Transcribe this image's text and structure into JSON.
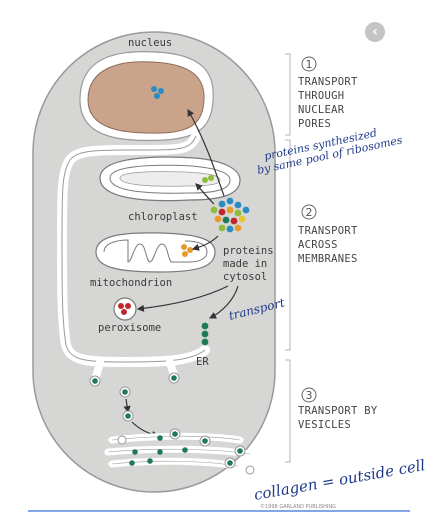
{
  "back_button": {
    "icon": "chevron-left-icon",
    "glyph": "‹"
  },
  "labels": {
    "nucleus": "nucleus",
    "chloroplast": "chloroplast",
    "mitochondrion": "mitochondrion",
    "proteins": [
      "proteins",
      "made in",
      "cytosol"
    ],
    "peroxisome": "peroxisome",
    "er": "ER"
  },
  "steps": [
    {
      "number": "1",
      "lines": [
        "TRANSPORT",
        "THROUGH",
        "NUCLEAR",
        "PORES"
      ]
    },
    {
      "number": "2",
      "lines": [
        "TRANSPORT",
        "ACROSS",
        "MEMBRANES"
      ]
    },
    {
      "number": "3",
      "lines": [
        "TRANSPORT BY",
        "VESICLES"
      ]
    }
  ],
  "annotations": {
    "handwritten_note": [
      "proteins synthesized",
      "by same pool of ribosomes"
    ],
    "handwritten_transport": "transport",
    "handwritten_bottom": "collagen = outside cell",
    "copyright": "©1998 GARLAND PUBLISHING"
  },
  "colors": {
    "cell": "#d6d6d4",
    "cell_outline": "#9a9a9a",
    "nucleus": "#c9a48b",
    "ink": "#1f3a8a",
    "underline": "#3b6fd8"
  }
}
